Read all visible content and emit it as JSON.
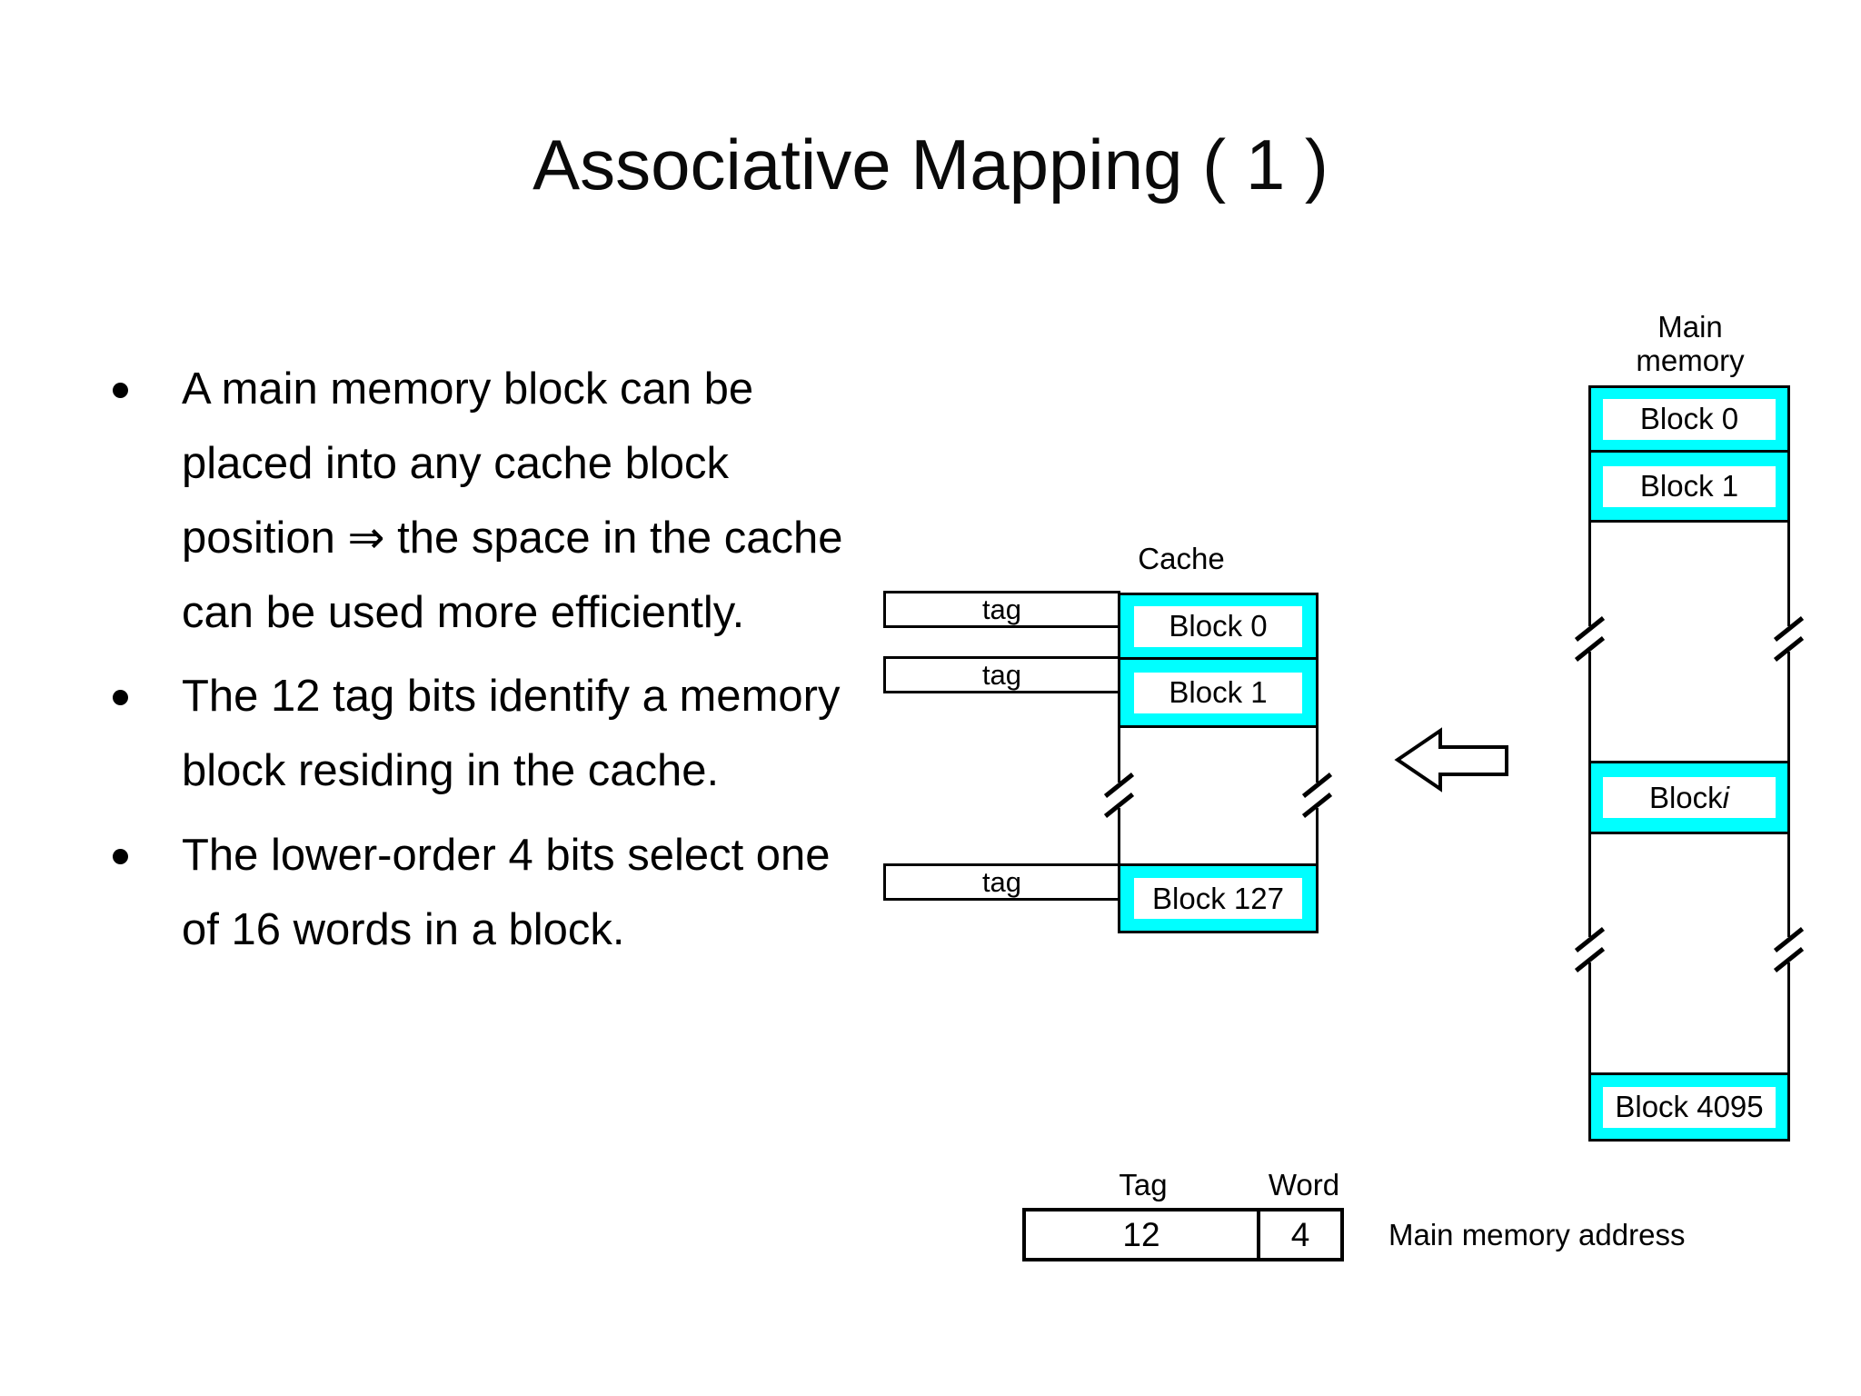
{
  "slide": {
    "title": "Associative Mapping ( 1 )",
    "bullets": [
      {
        "lines": [
          "A main memory block can be",
          "placed into any cache block",
          "position ⇒ the space in the cache",
          "can be used more efficiently."
        ]
      },
      {
        "lines": [
          "The 12 tag bits identify a memory",
          "block residing in the cache."
        ]
      },
      {
        "lines": [
          "The lower-order 4 bits select one",
          "of 16 words in a block."
        ]
      }
    ]
  },
  "cache": {
    "label": "Cache",
    "tag_label": "tag",
    "block0": "Block 0",
    "block1": "Block 1",
    "block127": "Block 127"
  },
  "main_memory": {
    "label_line1": "Main",
    "label_line2": "memory",
    "block0": "Block 0",
    "block1": "Block 1",
    "block_i_prefix": "Block",
    "block_i_suffix": "i",
    "block4095": "Block 4095"
  },
  "address": {
    "tag_label": "Tag",
    "word_label": "Word",
    "tag_bits": "12",
    "word_bits": "4",
    "caption": "Main memory address"
  },
  "colors": {
    "highlight_cyan": "#00FFFF",
    "line_black": "#000000",
    "background": "#FFFFFF"
  }
}
